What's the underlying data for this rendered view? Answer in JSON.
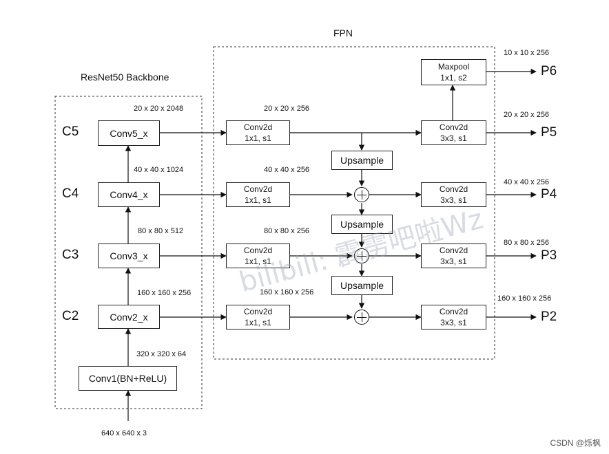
{
  "fpn_title": "FPN",
  "backbone_title": "ResNet50 Backbone",
  "levels": {
    "c5": "C5",
    "c4": "C4",
    "c3": "C3",
    "c2": "C2"
  },
  "backbone_blocks": {
    "conv5": "Conv5_x",
    "conv4": "Conv4_x",
    "conv3": "Conv3_x",
    "conv2": "Conv2_x",
    "conv1": "Conv1(BN+ReLU)"
  },
  "backbone_dims": {
    "c5": "20 x 20 x 2048",
    "c4": "40 x 40 x 1024",
    "c3": "80 x 80 x 512",
    "c2": "160 x 160 x 256",
    "c1": "320 x 320 x 64",
    "input": "640 x 640 x 3"
  },
  "lateral": {
    "line1": "Conv2d",
    "line2": "1x1, s1"
  },
  "lateral_dims": {
    "c5": "20 x 20 x 256",
    "c4": "40 x 40 x 256",
    "c3": "80 x 80 x 256",
    "c2": "160 x 160 x 256"
  },
  "upsample_label": "Upsample",
  "output_conv": {
    "line1": "Conv2d",
    "line2": "3x3, s1"
  },
  "maxpool": {
    "line1": "Maxpool",
    "line2": "1x1, s2"
  },
  "outputs": {
    "p6": {
      "name": "P6",
      "dims": "10 x 10 x 256"
    },
    "p5": {
      "name": "P5",
      "dims": "20 x 20 x 256"
    },
    "p4": {
      "name": "P4",
      "dims": "40 x 40 x 256"
    },
    "p3": {
      "name": "P3",
      "dims": "80 x 80 x 256"
    },
    "p2": {
      "name": "P2",
      "dims": "160 x 160 x 256"
    }
  },
  "watermark": "bilibili: 霹雳吧啦Wz",
  "footer": "CSDN @烁枫"
}
